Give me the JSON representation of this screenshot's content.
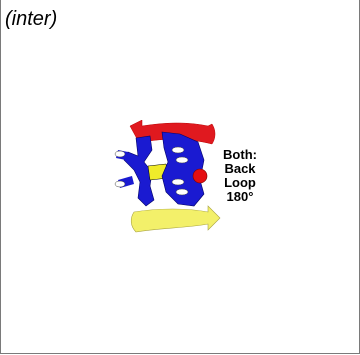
{
  "label": "(inter)",
  "caption": {
    "line1": "Both:",
    "line2": "Back",
    "line3": "Loop",
    "line4": "180°"
  },
  "colors": {
    "top_arrow": "#e0191f",
    "bottom_arrow": "#f3f06a",
    "body": "#1a1ad1",
    "accent": "#f0eb2a",
    "grip": "#e50e12"
  },
  "icons": [
    "red-arrow-left-icon",
    "yellow-arrow-right-icon",
    "skydiver-figure-icon"
  ]
}
